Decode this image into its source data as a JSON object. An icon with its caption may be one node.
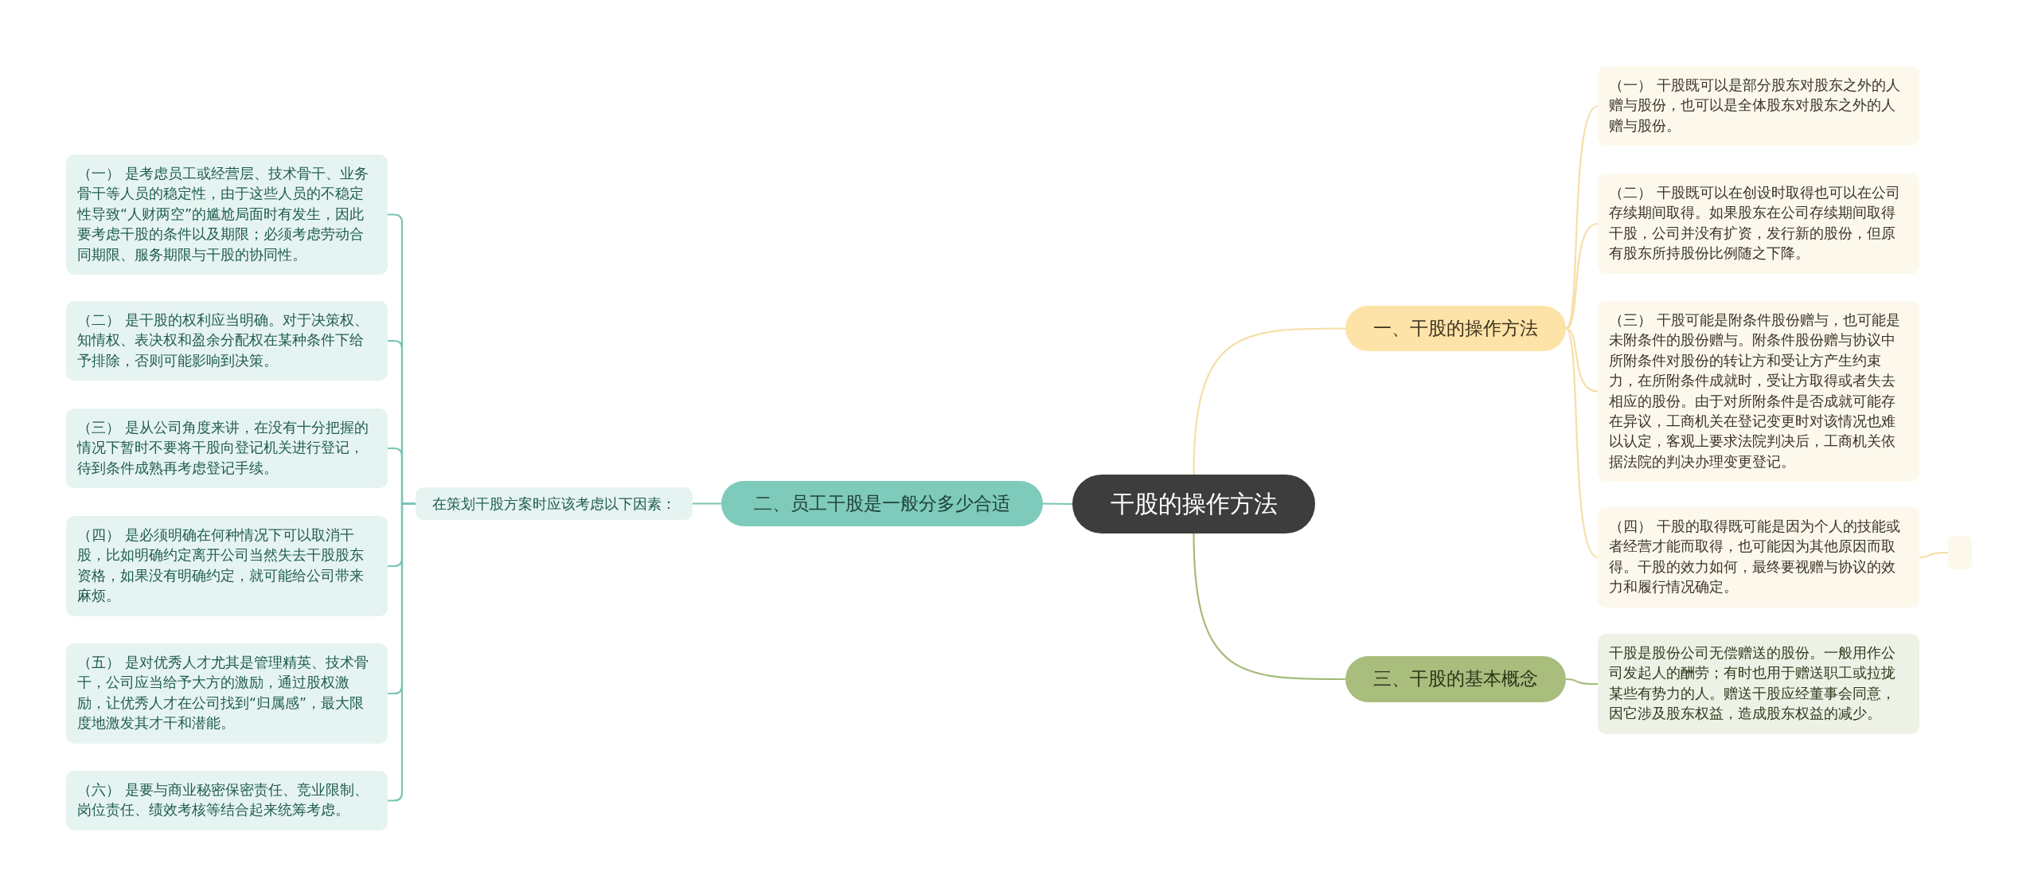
{
  "diagram": {
    "nodes": [
      {
        "text": [
          "干股的操作方法"
        ]
      },
      {
        "text": [
          "二、员工干股是一般分多少合适"
        ]
      },
      {
        "text": [
          "在策划干股方案时应该考虑以下因素："
        ]
      },
      {
        "text": [
          "（一） 是考虑员工或经营层、技术骨干、业务骨干等人员的稳定性，由于这些人员的不稳定性导致“人财两空”的尴尬局面时有发生，因此要考虑干股的条件以及期限；必须考虑劳动合同期限、服务期限与干股的协同性。"
        ]
      },
      {
        "text": [
          "（二） 是干股的权利应当明确。对于决策权、知情权、表决权和盈余分配权在某种条件下给予排除，否则可能影响到决策。"
        ]
      },
      {
        "text": [
          "（三） 是从公司角度来讲，在没有十分把握的情况下暂时不要将干股向登记机关进行登记，待到条件成熟再考虑登记手续。"
        ]
      },
      {
        "text": [
          "（四） 是必须明确在何种情况下可以取消干股，比如明确约定离开公司当然失去干股股东资格，如果没有明确约定，就可能给公司带来麻烦。"
        ]
      },
      {
        "text": [
          "（五） 是对优秀人才尤其是管理精英、技术骨干，公司应当给予大方的激励，通过股权激励，让优秀人才在公司找到“归属感”，最大限度地激发其才干和潜能。"
        ]
      },
      {
        "text": [
          "（六） 是要与商业秘密保密责任、竞业限制、岗位责任、绩效考核等结合起来统筹考虑。"
        ]
      },
      {
        "text": [
          "一、干股的操作方法"
        ]
      },
      {
        "text": [
          "（一） 干股既可以是部分股东对股东之外的人赠与股份，也可以是全体股东对股东之外的人赠与股份。"
        ]
      },
      {
        "text": [
          "（二） 干股既可以在创设时取得也可以在公司存续期间取得。如果股东在公司存续期间取得干股，公司并没有扩资，发行新的股份，但原有股东所持股份比例随之下降。"
        ]
      },
      {
        "text": [
          "（三） 干股可能是附条件股份赠与，也可能是未附条件的股份赠与。附条件股份赠与协议中所附条件对股份的转让方和受让方产生约束力，在所附条件成就时，受让方取得或者失去相应的股份。由于对所附条件是否成就可能存在异议，工商机关在登记变更时对该情况也难以认定，客观上要求法院判决后，工商机关依据法院的判决办理变更登记。"
        ]
      },
      {
        "text": [
          "（四） 干股的取得既可能是因为个人的技能或者经营才能而取得，也可能因为其他原因而取得。干股的效力如何，最终要视赠与协议的效力和履行情况确定。"
        ]
      },
      {
        "text": [],
        "shape": "box"
      },
      {
        "text": [
          "三、干股的基本概念"
        ]
      },
      {
        "text": [
          "干股是股份公司无偿赠送的股份。一般用作公司发起人的酬劳；有时也用于赠送职工或拉拢某些有势力的人。赠送干股应经董事会同意，因它涉及股东权益，造成股东权益的减少。"
        ]
      }
    ],
    "edges": [
      {
        "from": 0,
        "to": 1,
        "arrow": "none",
        "color": "#7ac4b5"
      },
      {
        "from": 1,
        "to": 2,
        "arrow": "none",
        "color": "#7ac4b5"
      },
      {
        "from": 2,
        "to": 3,
        "arrow": "none",
        "color": "#7ac4b5"
      },
      {
        "from": 2,
        "to": 4,
        "arrow": "none",
        "color": "#7ac4b5"
      },
      {
        "from": 2,
        "to": 5,
        "arrow": "none",
        "color": "#7ac4b5"
      },
      {
        "from": 2,
        "to": 6,
        "arrow": "none",
        "color": "#7ac4b5"
      },
      {
        "from": 2,
        "to": 7,
        "arrow": "none",
        "color": "#7ac4b5"
      },
      {
        "from": 2,
        "to": 8,
        "arrow": "none",
        "color": "#7ac4b5"
      },
      {
        "from": 0,
        "to": 9,
        "arrow": "none",
        "color": "#f5dfa6"
      },
      {
        "from": 9,
        "to": 10,
        "arrow": "none",
        "color": "#f5dfa6"
      },
      {
        "from": 9,
        "to": 11,
        "arrow": "none",
        "color": "#f5dfa6"
      },
      {
        "from": 9,
        "to": 12,
        "arrow": "none",
        "color": "#f5dfa6"
      },
      {
        "from": 9,
        "to": 13,
        "arrow": "none",
        "color": "#f5dfa6"
      },
      {
        "from": 13,
        "to": 14,
        "arrow": "none",
        "color": "#f5dfa6"
      },
      {
        "from": 0,
        "to": 15,
        "arrow": "none",
        "color": "#a5bb7a"
      },
      {
        "from": 15,
        "to": 16,
        "arrow": "none",
        "color": "#a5bb7a"
      }
    ]
  }
}
